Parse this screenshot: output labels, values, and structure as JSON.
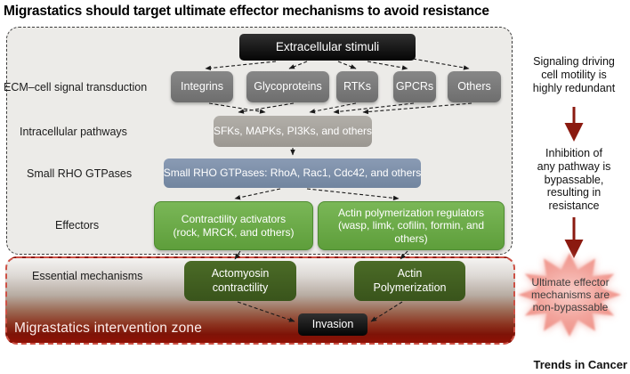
{
  "title": "Migrastatics should target ultimate effector mechanisms to avoid resistance",
  "figure": {
    "extracellular_label": "Extracellular stimuli",
    "labels": {
      "row1": "ECM–cell signal transduction",
      "row2": "Intracellular pathways",
      "row3": "Small RHO GTPases",
      "row4": "Effectors",
      "row5": "Essential mechanisms"
    },
    "receptors": [
      "Integrins",
      "Glycoproteins",
      "RTKs",
      "GPCRs",
      "Others"
    ],
    "pathways_label": "SFKs, MAPKs, PI3Ks, and others",
    "gtpases_label": "Small RHO GTPases: RhoA, Rac1, Cdc42, and others",
    "effectors": {
      "contractility": "Contractility activators\n(rock, MRCK, and others)",
      "actin_regulators": "Actin polymerization regulators\n(wasp, limk, cofilin, formin, and\nothers)"
    },
    "mechanisms": {
      "actomyosin": "Actomyosin\ncontractility",
      "actin_polymerization": "Actin\nPolymerization"
    },
    "invasion_label": "Invasion",
    "zone_label": "Migrastatics intervention zone"
  },
  "annotations": {
    "redundancy": "Signaling driving\ncell motility is\nhighly redundant",
    "bypass": "Inhibition of\nany pathway is\nbypassable,\nresulting in\nresistance",
    "burst": "Ultimate effector\nmechanisms are\nnon-bypassable"
  },
  "footer": "Trends in Cancer",
  "colors": {
    "receptor_gray": "#787878",
    "pathway_gray": "#a8a49f",
    "gtpase_blue": "#7d90ac",
    "effector_green": "#6cad49",
    "mechanism_dark_green": "#42601f",
    "black_box": "#111111",
    "zone_red": "#8f1206",
    "arrow_red": "#8b1a10",
    "burst_pink": "#f2a29a"
  }
}
